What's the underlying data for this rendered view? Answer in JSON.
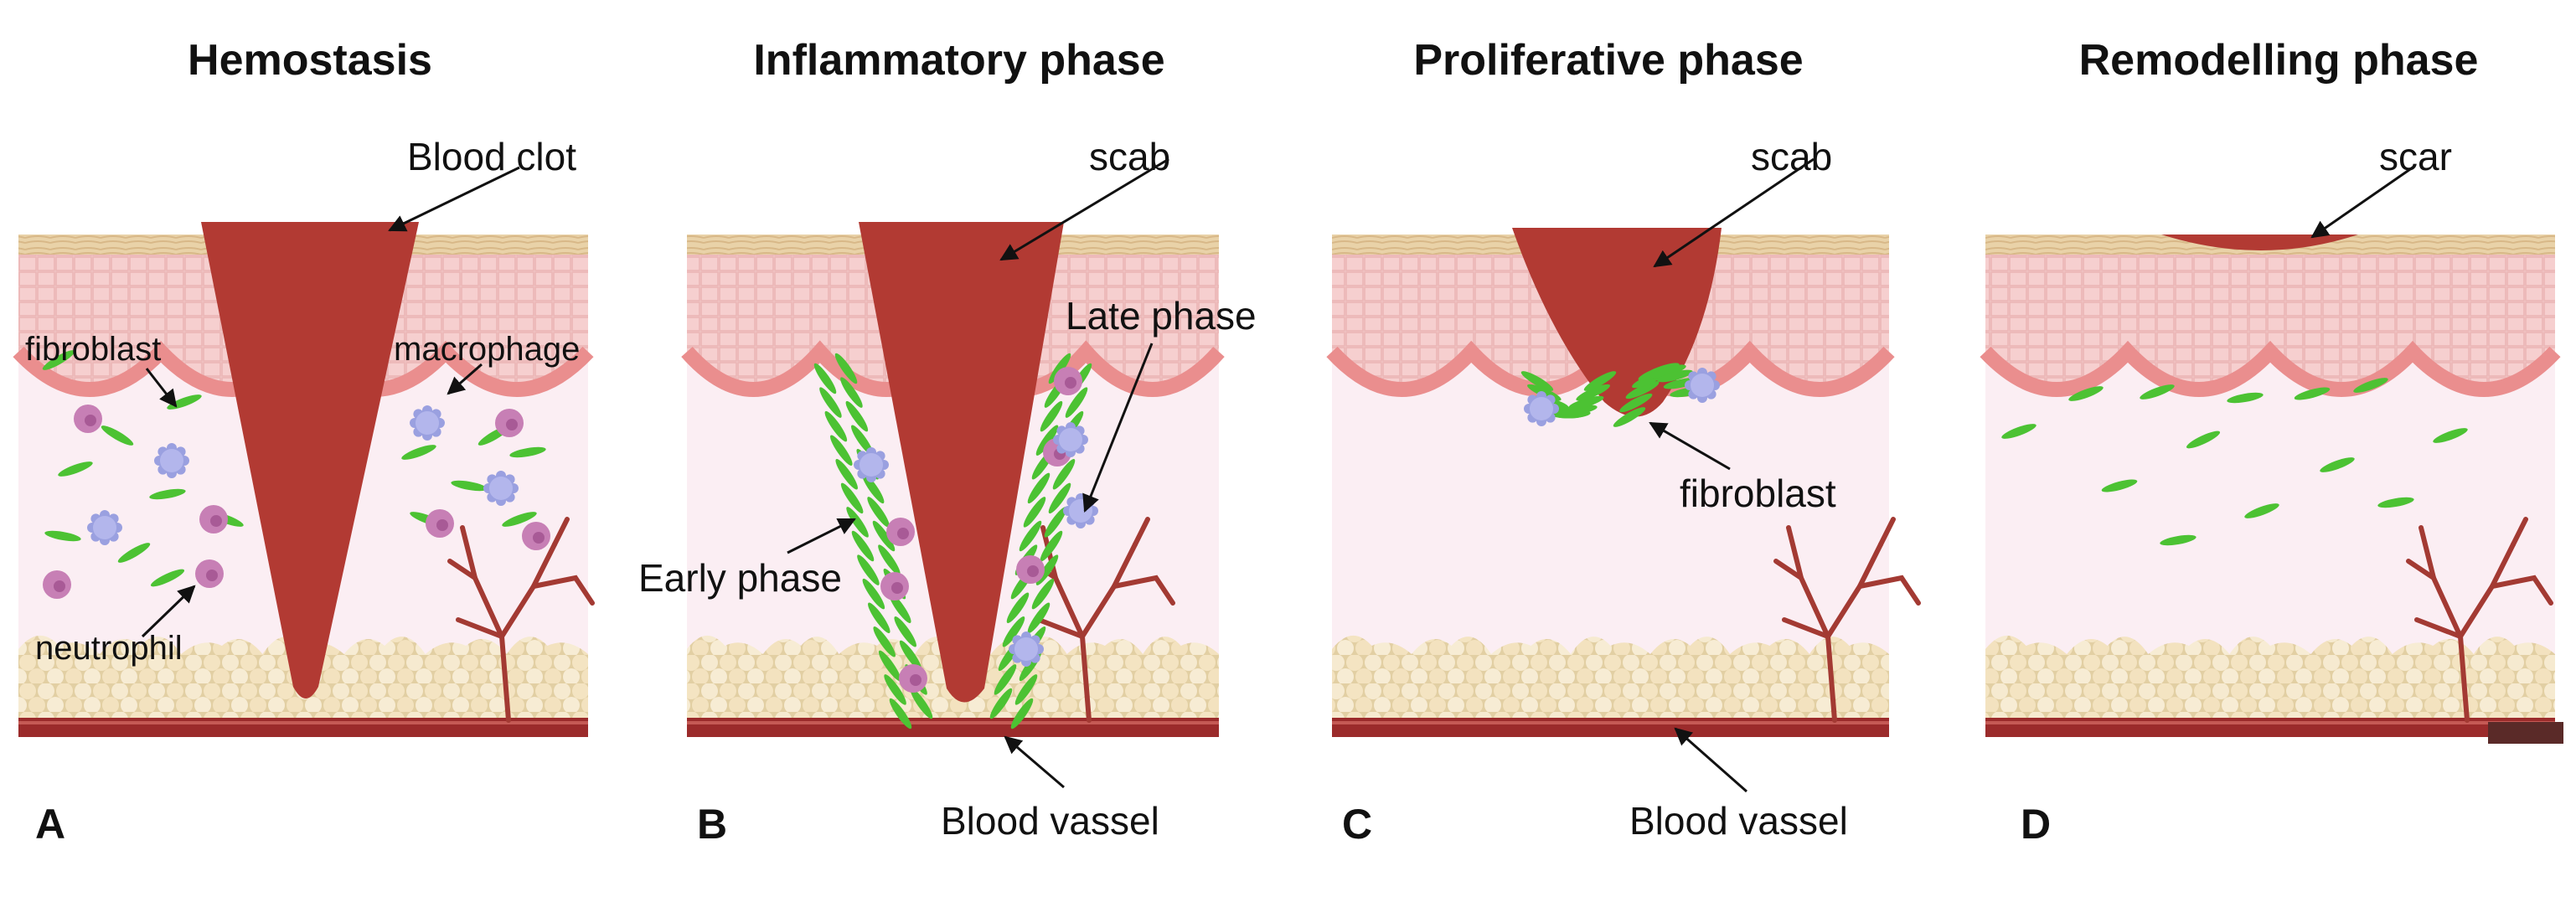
{
  "panels": [
    {
      "letter": "A",
      "title": "Hemostasis",
      "lesion_label": "Blood  clot",
      "labels": {
        "fibroblast": "fibroblast",
        "macrophage": "macrophage",
        "neutrophil": "neutrophil"
      }
    },
    {
      "letter": "B",
      "title": "Inflammatory phase",
      "lesion_label": "scab",
      "labels": {
        "late_phase": "Late phase",
        "early_phase": "Early phase",
        "vessel": "Blood vassel"
      }
    },
    {
      "letter": "C",
      "title": "Proliferative phase",
      "lesion_label": "scab",
      "labels": {
        "fibroblast": "fibroblast",
        "vessel": "Blood vassel"
      }
    },
    {
      "letter": "D",
      "title": "Remodelling phase",
      "lesion_label": "scar"
    }
  ],
  "colors": {
    "wound": "#b23a33",
    "epidermis_top": "#e8cfa4",
    "epidermis": "#f6cfcf",
    "basement": "#ea8e8e",
    "dermis": "#fbeef3",
    "fat": "#f1e3c1",
    "vessel": "#9b2b2b",
    "fibroblast": "#4cc233",
    "neutrophil": "#c77fb5",
    "macrophage": "#9aa0e0"
  }
}
